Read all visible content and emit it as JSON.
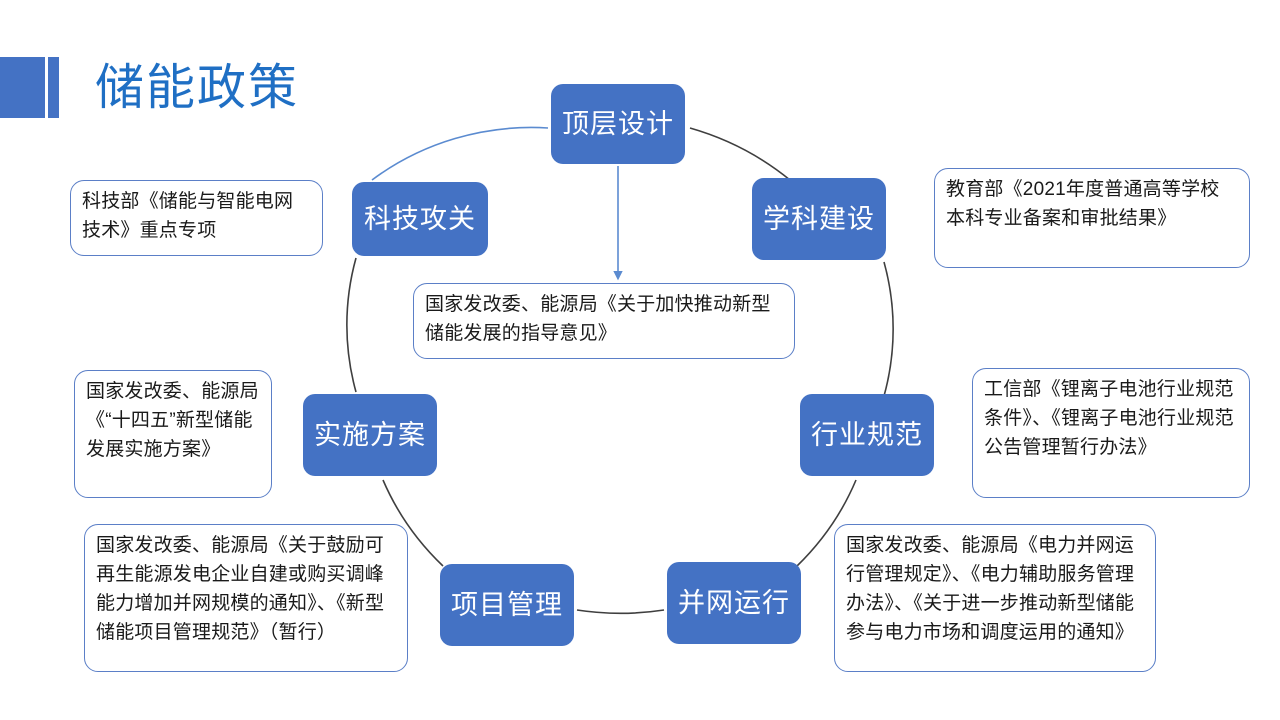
{
  "slide": {
    "title": "储能政策",
    "accent_color": "#4472C4",
    "title_color": "#1F6FC4",
    "background": "#ffffff"
  },
  "diagram": {
    "type": "cycle",
    "ring_color": "#3F3F3F",
    "arrow_color": "#5B8BD0",
    "nodes": [
      {
        "id": "top-design",
        "label": "顶层设计",
        "position": "top"
      },
      {
        "id": "discipline",
        "label": "学科建设",
        "position": "upper-right"
      },
      {
        "id": "standard",
        "label": "行业规范",
        "position": "lower-right"
      },
      {
        "id": "grid",
        "label": "并网运行",
        "position": "bottom-right"
      },
      {
        "id": "project",
        "label": "项目管理",
        "position": "bottom-left"
      },
      {
        "id": "plan",
        "label": "实施方案",
        "position": "lower-left"
      },
      {
        "id": "tech",
        "label": "科技攻关",
        "position": "upper-left"
      }
    ],
    "callouts": [
      {
        "id": "tech",
        "text": "科技部《储能与智能电网技术》重点专项"
      },
      {
        "id": "discipline",
        "text": "教育部《2021年度普通高等学校本科专业备案和审批结果》"
      },
      {
        "id": "center",
        "text": "国家发改委、能源局《关于加快推动新型储能发展的指导意见》"
      },
      {
        "id": "plan",
        "text": "国家发改委、能源局《“十四五”新型储能发展实施方案》"
      },
      {
        "id": "standard",
        "text": "工信部《锂离子电池行业规范条件》、《锂离子电池行业规范公告管理暂行办法》"
      },
      {
        "id": "project",
        "text": "国家发改委、能源局《关于鼓励可再生能源发电企业自建或购买调峰能力增加并网规模的通知》、《新型储能项目管理规范》（暂行）"
      },
      {
        "id": "grid",
        "text": "国家发改委、能源局《电力并网运行管理规定》、《电力辅助服务管理办法》、《关于进一步推动新型储能参与电力市场和调度运用的通知》"
      }
    ]
  }
}
